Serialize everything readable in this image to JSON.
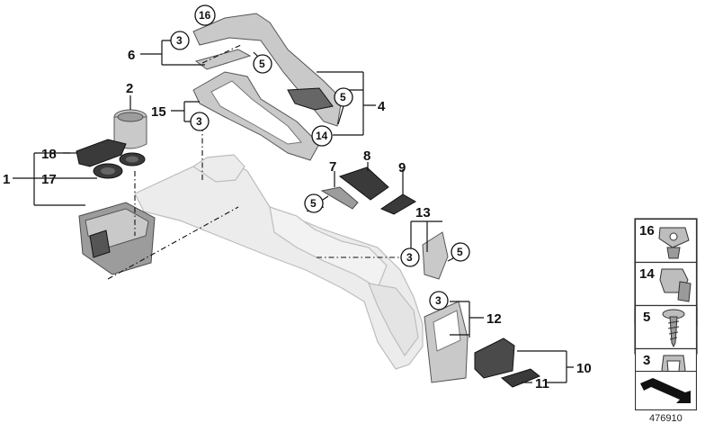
{
  "callouts": {
    "c1": "1",
    "c2": "2",
    "c4": "4",
    "c6": "6",
    "c7": "7",
    "c8": "8",
    "c9": "9",
    "c10": "10",
    "c11": "11",
    "c12": "12",
    "c13": "13",
    "c15": "15",
    "c16": "16",
    "c17": "17",
    "c18": "18"
  },
  "circled": {
    "r16": "16",
    "r3a": "3",
    "r5a": "5",
    "r3b": "3",
    "r5b": "5",
    "r14": "14",
    "r5c": "5",
    "r3c": "3",
    "r5d": "5",
    "r3d": "3"
  },
  "legend": {
    "items": [
      {
        "label": "16",
        "icon": "clip-nut-icon"
      },
      {
        "label": "14",
        "icon": "expanding-nut-icon"
      },
      {
        "label": "5",
        "icon": "screw-icon"
      },
      {
        "label": "3",
        "icon": "spring-clip-icon"
      },
      {
        "label": "",
        "icon": "arrow-indicator-icon"
      }
    ]
  },
  "reference_number": "476910"
}
